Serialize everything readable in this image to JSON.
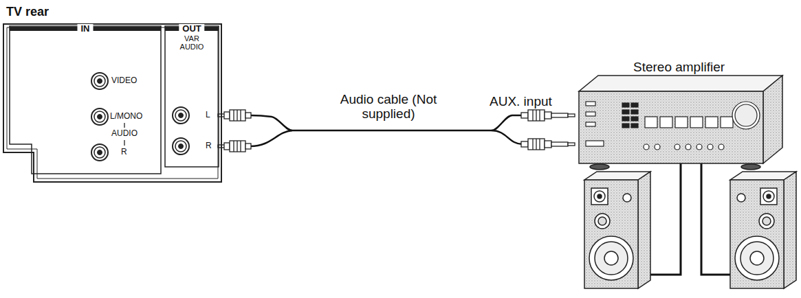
{
  "diagram": {
    "nodes": [
      {
        "text": [
          "TV rear"
        ]
      },
      {
        "text": [
          "IN"
        ],
        "in": 0
      },
      {
        "text": [
          "OUT",
          "VAR AUDIO"
        ],
        "in": 0
      },
      {
        "text": [
          "Stereo amplifier"
        ]
      }
    ],
    "edges": [
      {
        "from": 2,
        "to": 3,
        "arrow": "none",
        "label": "Audio cable (Not supplied)"
      }
    ],
    "labels": [
      "VIDEO",
      "L/MONO",
      "AUDIO",
      "R",
      "L",
      "R",
      "AUX. input"
    ]
  }
}
